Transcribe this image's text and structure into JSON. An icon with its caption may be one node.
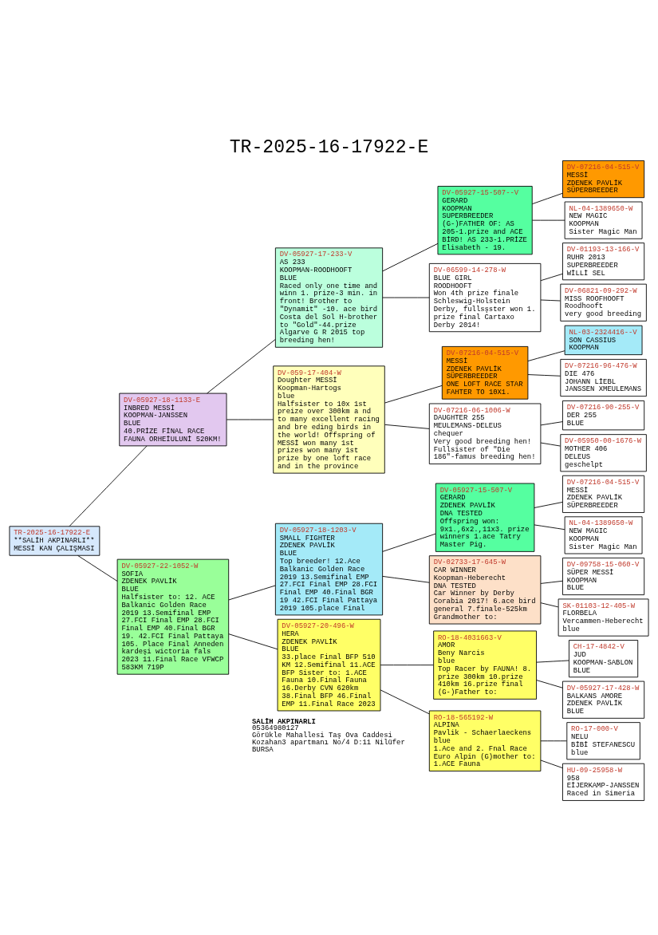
{
  "diagram": {
    "title": "TR-2025-16-17922-E",
    "nodes": [
      {
        "text": [
          "TR-2025-16-17922-E",
          "**SALİH AKPINARLI**",
          "MESSİ KAN ÇALIŞMASI"
        ]
      },
      {
        "text": [
          "DV-05927-18-1133-E",
          "INBRED MESSİ",
          "KOOPMAN-JANSSEN",
          "BLUE",
          "40.PRİZE FİNAL RACE FAUNA ORHEİULUNİ 520KM!"
        ]
      },
      {
        "text": [
          "DV-05927-22-1052-W",
          "SOFIA",
          "ZDENEK PAVLİK",
          "BLUE",
          "Halfsister to: 12. ACE Balkanic Golden Race 2019 13.Semifinal EMP 27.FCI Final EMP 28.FCI Final EMP 40.Final BGR 19. 42.FCI Final Pattaya 105. Place Final Anneden kardeşi wictoria fals 2023 11.Final Race VFWCP 583KM 719P"
        ]
      },
      {
        "text": [
          "DV-05927-17-233-V",
          "AS 233",
          "KOOPMAN-ROODHOOFT",
          "BLUE",
          "Raced only one time and winn 1. prize-3 min. in front! Brother to \"Dynamit\" -10. ace bird Costa del Sol H-brother to \"Gold\"-44.prize Algarve G R 2015 top breeding hen!"
        ]
      },
      {
        "text": [
          "DV-059-17-404-W",
          "Doughter MESSİ",
          "Koopman-Hartogs",
          "blue",
          "Halfsister to 10x 1st preize over 300km a nd to many excellent racing and bre eding birds in the world! Offspring of MESSİ won many 1st prizes won many 1st prize by one loft race and in the province"
        ]
      },
      {
        "text": [
          "DV-05927-18-1203-V",
          "SMALL FIGHTER",
          "ZDENEK PAVLİK",
          "BLUE",
          "Top breeder! 12.Ace Balkanic Golden Race 2019 13.Semifinal EMP 27.FCI Final EMP 28.FCI Final EMP 40.Final BGR 19 42.FCI Final Pattaya 2019 105.place Final"
        ]
      },
      {
        "text": [
          "DV-05927-20-496-W",
          "HERA",
          "ZDENEK PAVLİK",
          "BLUE",
          "33.place Final BFP 510 KM 12.Semifinal 11.ACE BFP Sister to: 1.ACE Fauna 10.Final Fauna 16.Derby CVN 620km 38.Final BFP 46.Final EMP 11.Final Race 2023"
        ]
      },
      {
        "text": [
          "DV-05927-15-507--V",
          "GERARD",
          "KOOPMAN",
          "SUPERBREEDER",
          "(G-)FATHER OF: AS 205-1.prize and ACE BİRD! AS 233-1.PRİZE Elisabeth - 19."
        ]
      },
      {
        "text": [
          "DV-06599-14-278-W",
          "BLUE GIRL",
          "ROODHOOFT",
          "Won 4th prize finale Schleswig-Holstein Derby, fullsşster won 1. prize final Cartaxo Derby 2014!"
        ]
      },
      {
        "text": [
          "DV-07216-04-515-V",
          "MESSİ",
          "ZDENEK PAVLİK",
          "SÜPERBREEDER",
          "ONE LOFT RACE STAR FAHTER TO 10X1."
        ]
      },
      {
        "text": [
          "DV-07216-06-1006-W",
          "DAUGHTER 255",
          "MEULEMANS-DELEUS",
          "chequer",
          "Very good breeding hen! Fullsister of \"Die 186\"-famus breeding hen!"
        ]
      },
      {
        "text": [
          "DV-05927-15-507-V",
          "GERARD",
          "ZDENEK PAVLİK",
          "DNA TESTED",
          "Offspring won: 9x1.,6x2.,11x3. prize winners 1.ace Tatry Master Pig."
        ]
      },
      {
        "text": [
          "DV-02733-17-645-W",
          "CAR WINNER",
          "Koopman-Heberecht",
          "DNA TESTED",
          "Car Winner by Derby Corabia 2017! 6.ace bird general 7.finale-525km Grandmother to:"
        ]
      },
      {
        "text": [
          "RO-18-4031663-V",
          "AMOR",
          "Beny Narcis",
          "blue",
          "Top Racer by FAUNA! 8. prize 300km 10.prize 410km 16.prize final (G-)Father to:"
        ]
      },
      {
        "text": [
          "RO-18-565192-W",
          "ALPINA",
          "Pavlik - Schaerlaeckens",
          "blue",
          "1.Ace and 2. Fnal Race Euro Alpin (G)mother to: 1.ACE Fauna"
        ]
      },
      {
        "text": [
          "DV-07216-04-515-V",
          "MESSİ",
          "ZDENEK PAVLİK",
          "SÜPERBREEDER"
        ]
      },
      {
        "text": [
          "NL-04-1389650-W",
          "NEW MAGIC",
          "KOOPMAN",
          "Sister Magic Man"
        ]
      },
      {
        "text": [
          "DV-01193-13-166-V",
          "RUHR 2013",
          "SUPERBREEDER",
          "WİLLİ SEL"
        ]
      },
      {
        "text": [
          "DV-06821-09-292-W",
          "MISS ROOFHOOFT",
          "Roodhooft",
          "very good breeding"
        ]
      },
      {
        "text": [
          "NL-03-2324416--V",
          "SON CASSIUS",
          "KOOPMAN"
        ]
      },
      {
        "text": [
          "DV-07216-96-476-W",
          "DIE 476",
          "JOHANN LİEBL",
          "JANSSEN XMEULEMANS"
        ]
      },
      {
        "text": [
          "DV-07216-90-255-V",
          "DER 255",
          "BLUE"
        ]
      },
      {
        "text": [
          "DV-05950-00-1676-W",
          "MOTHER 406",
          "DELEUS",
          "geschelpt"
        ]
      },
      {
        "text": [
          "DV-07216-04-515-V",
          "MESSİ",
          "ZDENEK PAVLİK",
          "SÜPERBREEDER"
        ]
      },
      {
        "text": [
          "NL-04-1389650-W",
          "NEW MAGIC",
          "KOOPMAN",
          "Sister Magic Man"
        ]
      },
      {
        "text": [
          "DV-09758-15-060-V",
          "SÜPER MESSİ",
          "KOOPMAN",
          "BLUE"
        ]
      },
      {
        "text": [
          "SK-01103-12-405-W",
          "FLORBELA",
          "Vercammen-Heberecht",
          "blue"
        ]
      },
      {
        "text": [
          "CH-17-4842-V",
          "JUD",
          "KOOPMAN-SABLON",
          "BLUE"
        ]
      },
      {
        "text": [
          "DV-05927-17-428-W",
          "BALKANS AMORE",
          "ZDENEK PAVLİK",
          "BLUE"
        ]
      },
      {
        "text": [
          "RO-17-000-V",
          "NELU",
          "BİBİ STEFANESCU",
          "blue"
        ]
      },
      {
        "text": [
          "HU-09-25958-W",
          "958",
          "EİJERKAMP-JANSSEN",
          "Raced in Simeria"
        ]
      }
    ],
    "edges": [
      {
        "from": 0,
        "to": 1,
        "arrow": "none"
      },
      {
        "from": 0,
        "to": 2,
        "arrow": "none"
      },
      {
        "from": 1,
        "to": 3,
        "arrow": "none"
      },
      {
        "from": 1,
        "to": 4,
        "arrow": "none"
      },
      {
        "from": 2,
        "to": 5,
        "arrow": "none"
      },
      {
        "from": 2,
        "to": 6,
        "arrow": "none"
      },
      {
        "from": 3,
        "to": 7,
        "arrow": "none"
      },
      {
        "from": 3,
        "to": 8,
        "arrow": "none"
      },
      {
        "from": 4,
        "to": 9,
        "arrow": "none"
      },
      {
        "from": 4,
        "to": 10,
        "arrow": "none"
      },
      {
        "from": 5,
        "to": 11,
        "arrow": "none"
      },
      {
        "from": 5,
        "to": 12,
        "arrow": "none"
      },
      {
        "from": 6,
        "to": 13,
        "arrow": "none"
      },
      {
        "from": 6,
        "to": 14,
        "arrow": "none"
      },
      {
        "from": 7,
        "to": 15,
        "arrow": "none"
      },
      {
        "from": 7,
        "to": 16,
        "arrow": "none"
      },
      {
        "from": 8,
        "to": 17,
        "arrow": "none"
      },
      {
        "from": 8,
        "to": 18,
        "arrow": "none"
      },
      {
        "from": 9,
        "to": 19,
        "arrow": "none"
      },
      {
        "from": 9,
        "to": 20,
        "arrow": "none"
      },
      {
        "from": 10,
        "to": 21,
        "arrow": "none"
      },
      {
        "from": 10,
        "to": 22,
        "arrow": "none"
      },
      {
        "from": 11,
        "to": 23,
        "arrow": "none"
      },
      {
        "from": 11,
        "to": 24,
        "arrow": "none"
      },
      {
        "from": 12,
        "to": 25,
        "arrow": "none"
      },
      {
        "from": 12,
        "to": 26,
        "arrow": "none"
      },
      {
        "from": 13,
        "to": 27,
        "arrow": "none"
      },
      {
        "from": 13,
        "to": 28,
        "arrow": "none"
      },
      {
        "from": 14,
        "to": 29,
        "arrow": "none"
      },
      {
        "from": 14,
        "to": 30,
        "arrow": "none"
      }
    ],
    "labels": [
      "SALİH AKPINARLI",
      "05364980127",
      "Görükle Mahallesi Taş Ova Caddesi Kozahan3 apartmanı No/4 D:11 Nilüfer BURSA"
    ]
  }
}
